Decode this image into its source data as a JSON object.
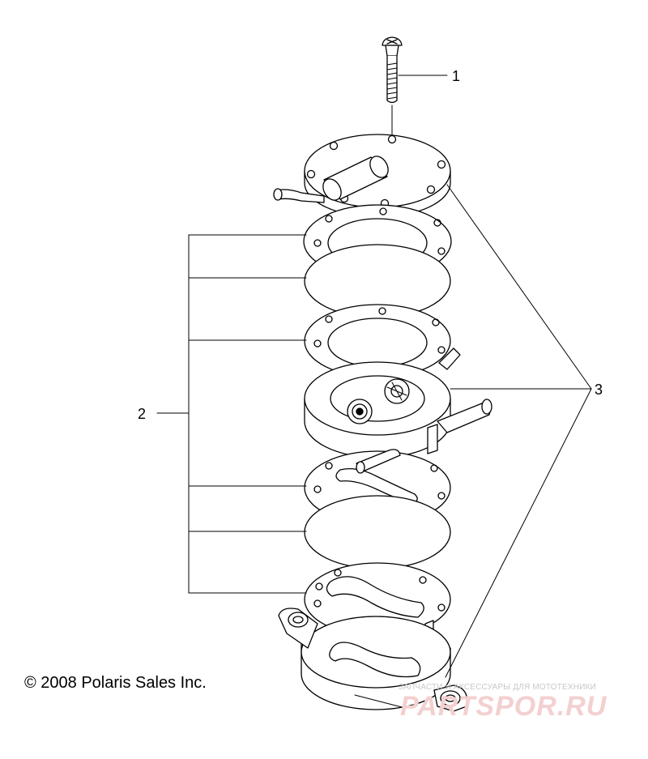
{
  "callouts": {
    "part_1": "1",
    "part_2": "2",
    "part_3": "3"
  },
  "copyright": "© 2008 Polaris Sales Inc.",
  "watermark": {
    "tagline": "ЗАПЧАСТИ И АКСЕССУАРЫ ДЛЯ МОТОТЕХНИКИ",
    "logo": "PARTSPOR.RU"
  },
  "colors": {
    "line": "#000000",
    "watermark_logo": "#f3d0d0",
    "watermark_tagline": "#c8c8c8"
  }
}
